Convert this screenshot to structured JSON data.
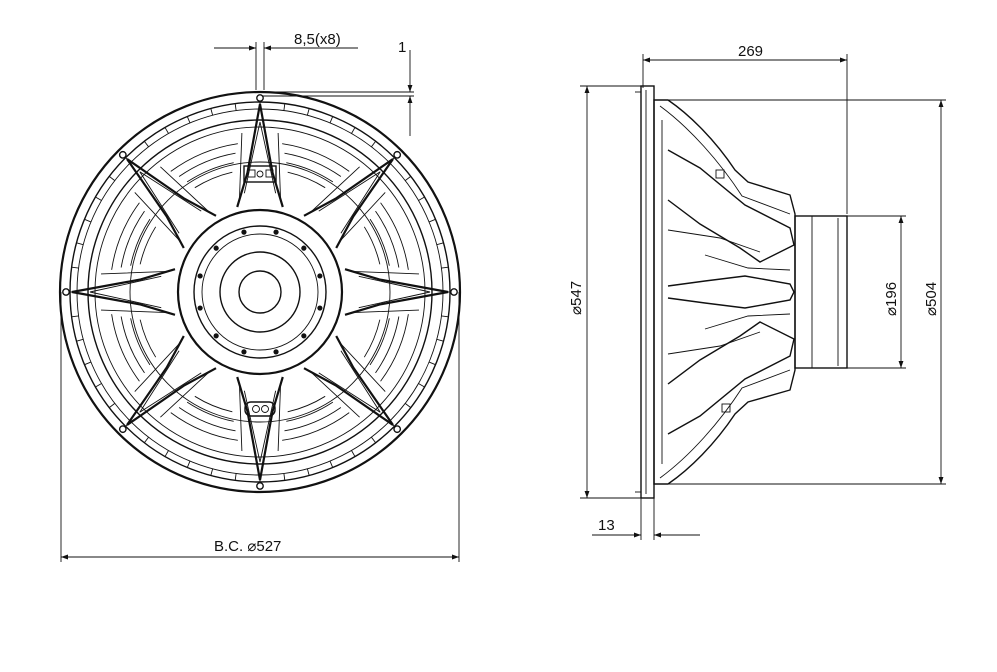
{
  "front_view": {
    "bolt_hole_label": "8,5(x8)",
    "flange_thickness_label": "1",
    "bolt_circle_label": "B.C. ⌀527"
  },
  "side_view": {
    "depth_label": "269",
    "outer_diameter_label": "⌀547",
    "baffle_diameter_label": "⌀504",
    "magnet_diameter_label": "⌀196",
    "flange_label": "13"
  },
  "colors": {
    "line": "#111111",
    "background": "#ffffff"
  }
}
